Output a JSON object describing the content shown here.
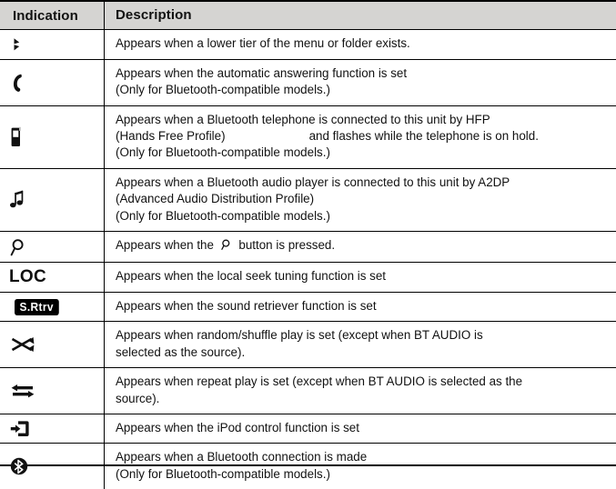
{
  "table": {
    "columns": [
      "Indication",
      "Description"
    ],
    "rows": [
      {
        "icon": "lower-tier-arrow-icon",
        "icon_text": "",
        "lines": [
          "Appears when a lower tier of the menu or folder exists."
        ]
      },
      {
        "icon": "telephone-handset-icon",
        "icon_text": "",
        "lines": [
          "Appears when the automatic answering function is set",
          "(Only for Bluetooth-compatible models.)"
        ]
      },
      {
        "icon": "mobile-phone-icon",
        "icon_text": "",
        "lines": [
          "Appears when a Bluetooth telephone is connected to this unit by HFP",
          "(Hands Free Profile)",
          "and flashes while the telephone is on hold.",
          "(Only for Bluetooth-compatible models.)"
        ]
      },
      {
        "icon": "music-note-icon",
        "icon_text": "",
        "lines": [
          "Appears when a Bluetooth audio player is connected to this unit by A2DP",
          "(Advanced Audio Distribution Profile)",
          "(Only for Bluetooth-compatible models.)"
        ]
      },
      {
        "icon": "magnifier-icon",
        "icon_text": "",
        "lines": [
          "Appears when the ",
          " button is pressed."
        ]
      },
      {
        "icon": "loc-text-icon",
        "icon_text": "LOC",
        "lines": [
          "Appears when the local seek tuning function is set"
        ]
      },
      {
        "icon": "sound-retriever-badge-icon",
        "icon_text": "S.Rtrv",
        "lines": [
          "Appears when the sound retriever function is set"
        ]
      },
      {
        "icon": "shuffle-icon",
        "icon_text": "",
        "lines": [
          "Appears when random/shuffle play is set (except when BT AUDIO is",
          "selected as the source)."
        ]
      },
      {
        "icon": "repeat-icon",
        "icon_text": "",
        "lines": [
          "Appears when repeat play is set (except when BT AUDIO is selected as the",
          "source)."
        ]
      },
      {
        "icon": "ipod-control-icon",
        "icon_text": "",
        "lines": [
          "Appears when the iPod control function is set"
        ]
      },
      {
        "icon": "bluetooth-icon",
        "icon_text": "",
        "lines": [
          "Appears when a Bluetooth connection is made",
          "(Only for Bluetooth-compatible models.)"
        ]
      }
    ]
  },
  "colors": {
    "header_background": "#d5d4d2",
    "border": "#000000",
    "text": "#111111",
    "badge_background": "#000000",
    "badge_text": "#ffffff"
  }
}
